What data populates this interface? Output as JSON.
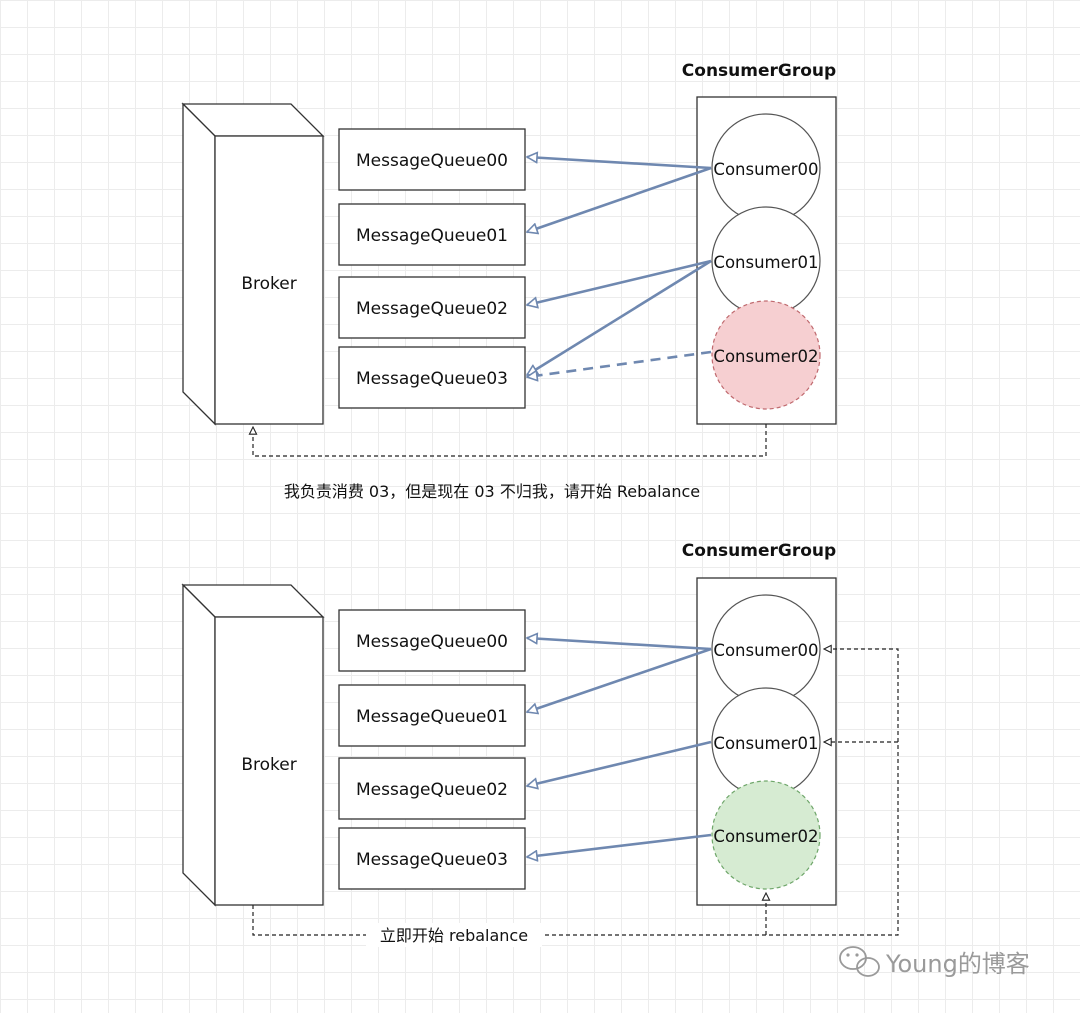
{
  "colors": {
    "arrow": "#6f88b0",
    "dashed_line": "#222222",
    "consumer_leaving_fill": "#f6cfd1",
    "consumer_joined_fill": "#d6ebd2",
    "box_stroke": "#333333"
  },
  "top": {
    "group_title": "ConsumerGroup",
    "broker_label": "Broker",
    "queues": [
      "MessageQueue00",
      "MessageQueue01",
      "MessageQueue02",
      "MessageQueue03"
    ],
    "consumers": [
      "Consumer00",
      "Consumer01",
      "Consumer02"
    ],
    "note": "我负责消费 03，但是现在 03 不归我，请开始 Rebalance"
  },
  "bottom": {
    "group_title": "ConsumerGroup",
    "broker_label": "Broker",
    "queues": [
      "MessageQueue00",
      "MessageQueue01",
      "MessageQueue02",
      "MessageQueue03"
    ],
    "consumers": [
      "Consumer00",
      "Consumer01",
      "Consumer02"
    ],
    "note": "立即开始 rebalance"
  },
  "watermark": {
    "text": "Young的博客",
    "icon": "wechat-icon"
  }
}
